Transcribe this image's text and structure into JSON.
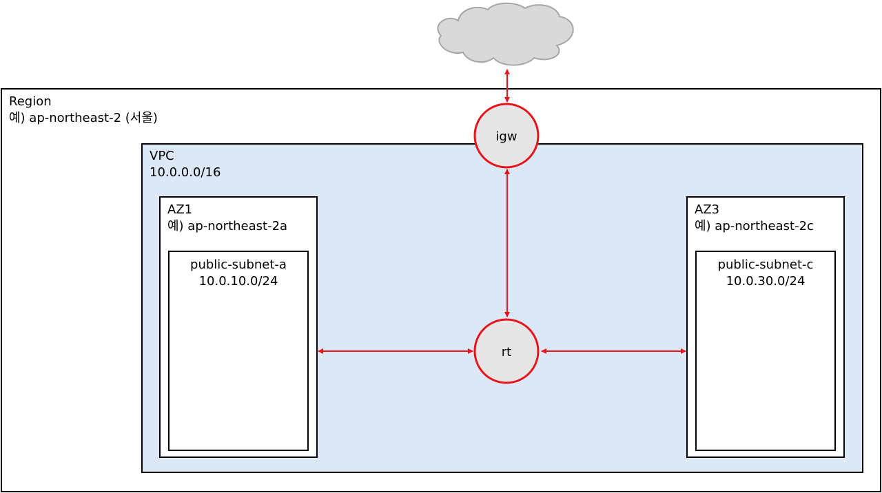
{
  "region": {
    "title": "Region",
    "subtitle": "예) ap-northeast-2 (서울)"
  },
  "vpc": {
    "title": "VPC",
    "cidr": "10.0.0.0/16"
  },
  "az1": {
    "title": "AZ1",
    "subtitle": "예) ap-northeast-2a"
  },
  "az3": {
    "title": "AZ3",
    "subtitle": "예) ap-northeast-2c"
  },
  "subnet_a": {
    "name": "public-subnet-a",
    "cidr": "10.0.10.0/24"
  },
  "subnet_c": {
    "name": "public-subnet-c",
    "cidr": "10.0.30.0/24"
  },
  "nodes": {
    "igw": "igw",
    "rt": "rt"
  },
  "colors": {
    "arrow": "#e8131b",
    "node_fill": "#e6e6e6",
    "cloud_fill": "#d9d9d9",
    "vpc_fill": "#dce8f5"
  }
}
